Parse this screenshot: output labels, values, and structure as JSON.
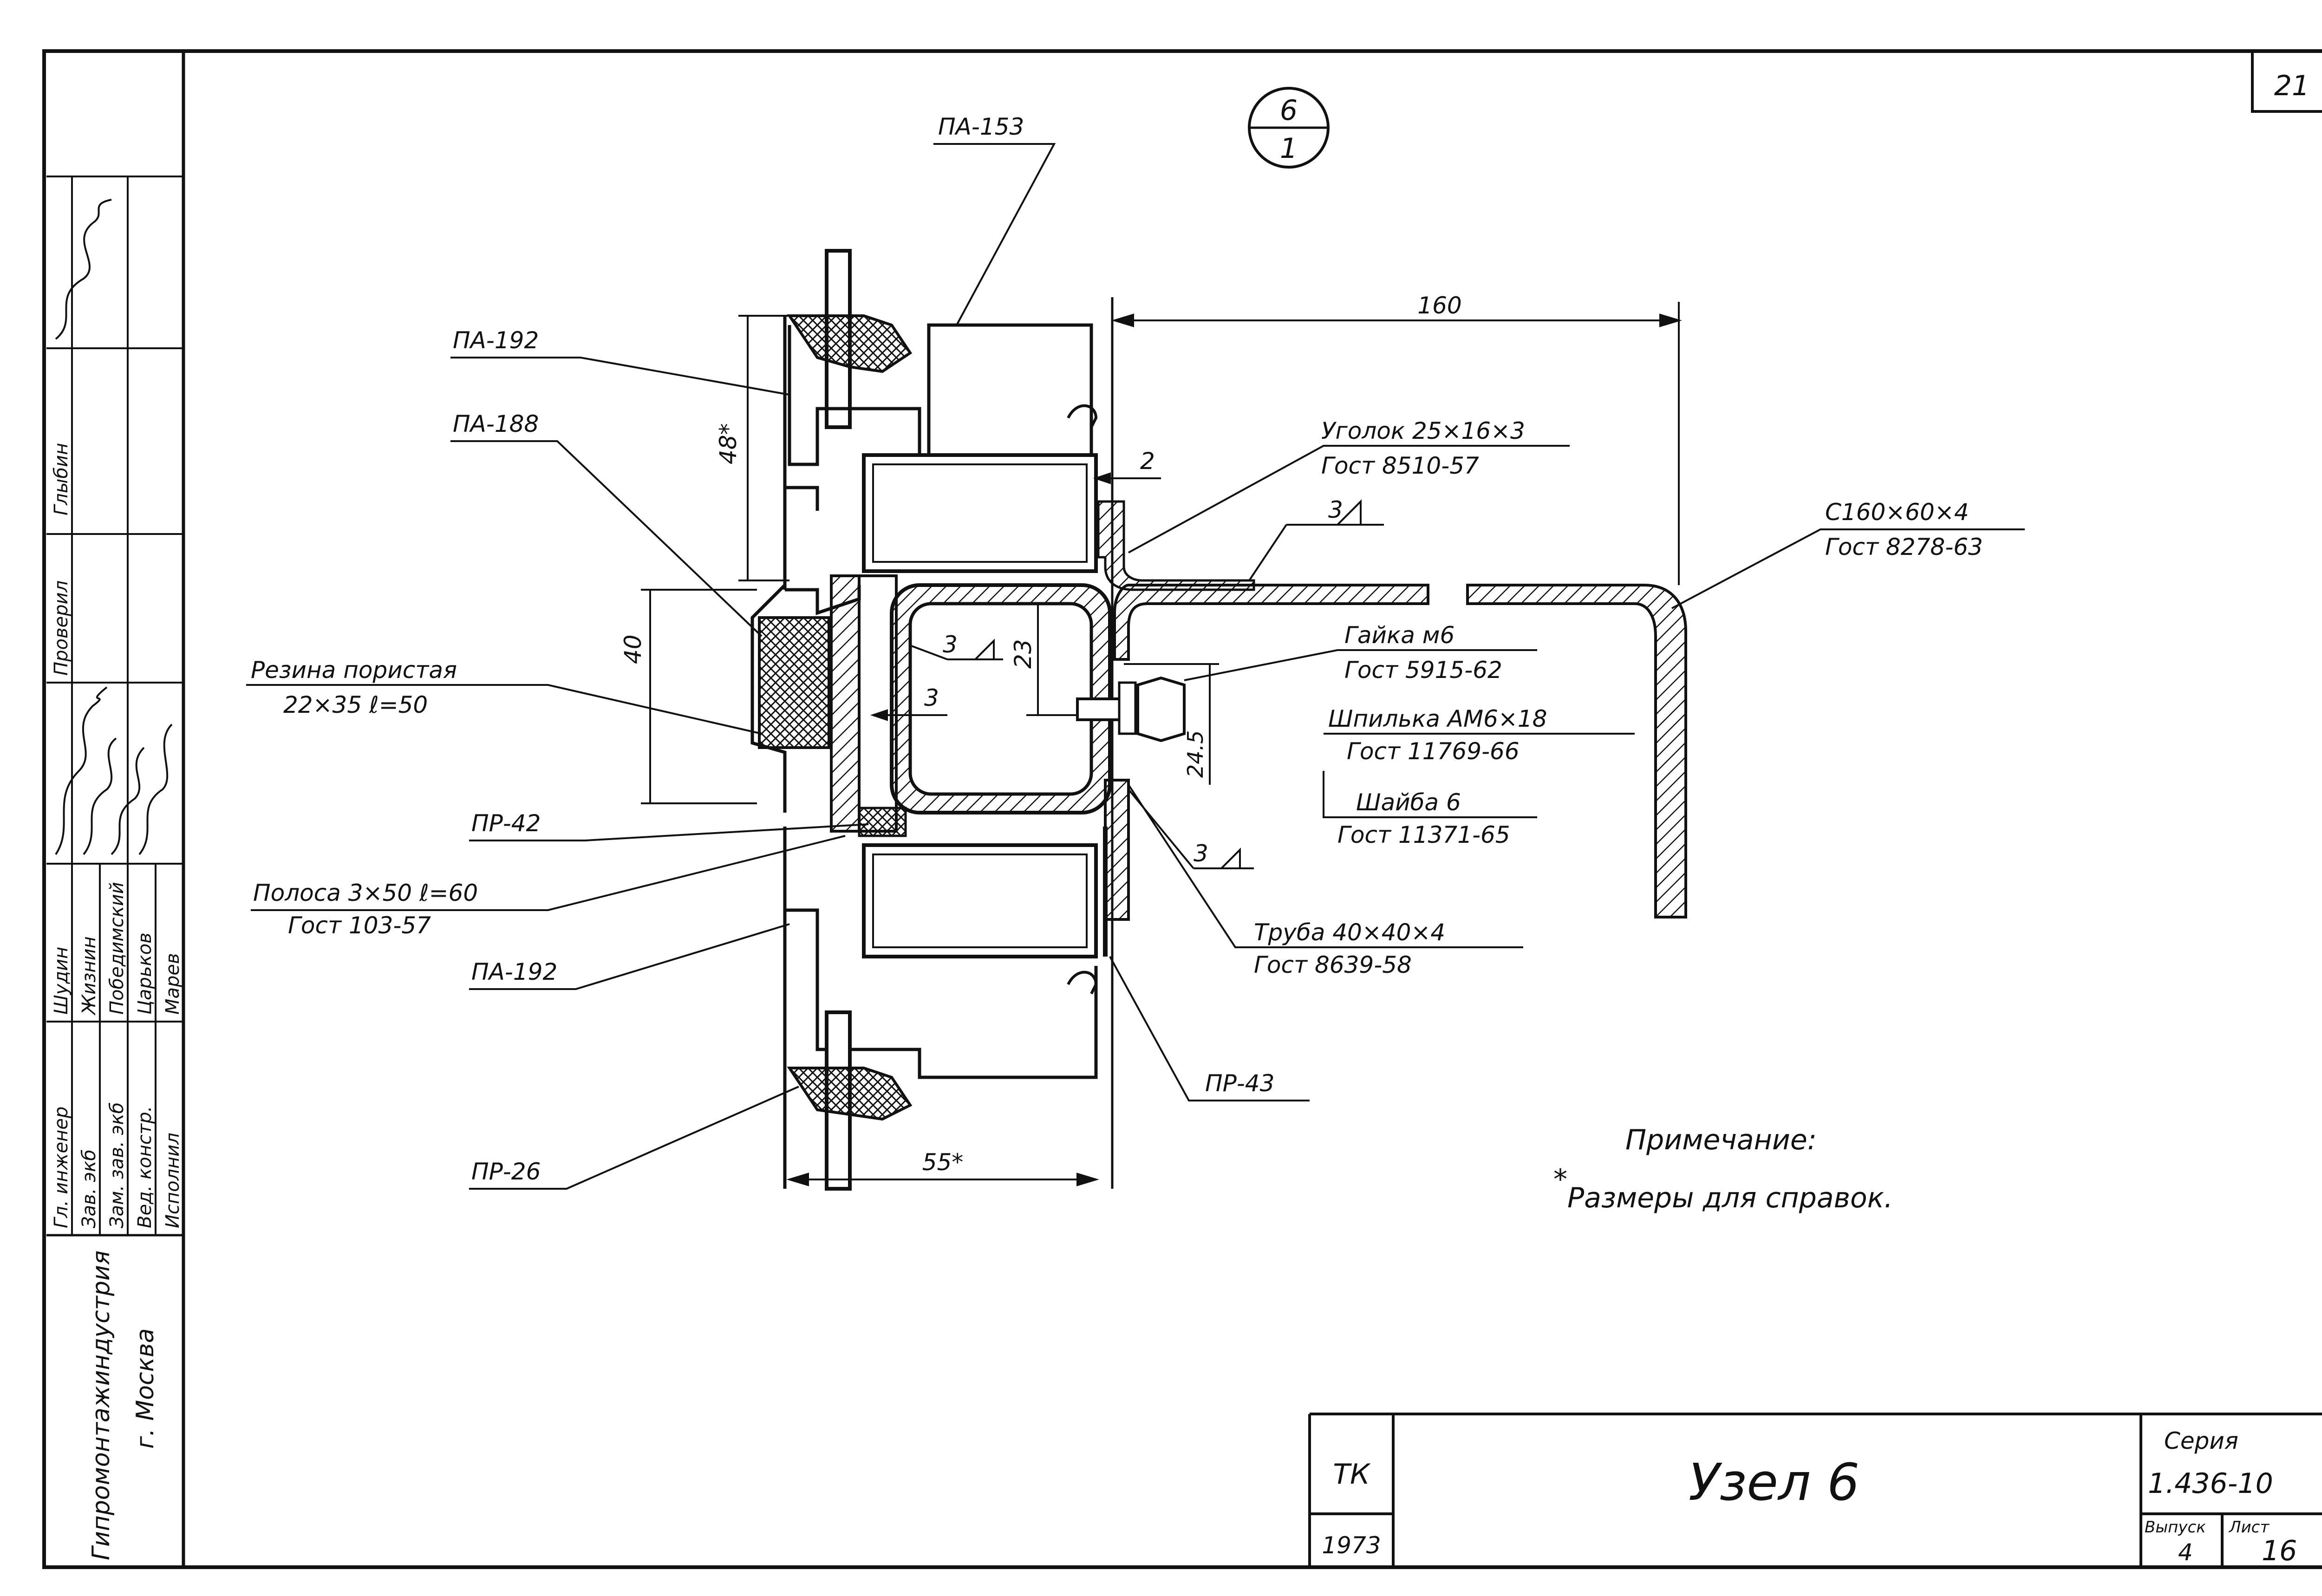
{
  "sheet": {
    "page_number": "21",
    "node_marker": {
      "top": "6",
      "bottom": "1"
    }
  },
  "labels": {
    "pa153": "ПА-153",
    "pa192_top": "ПА-192",
    "pa188": "ПА-188",
    "rubber_1": "Резина пористая",
    "rubber_2": "22×35  ℓ=50",
    "pr42": "ПР-42",
    "strip_1": "Полоса 3×50 ℓ=60",
    "strip_2": "Гост  103-57",
    "pa192_bottom": "ПА-192",
    "pr26": "ПР-26",
    "pr43": "ПР-43",
    "angle_1": "Уголок  25×16×3",
    "angle_2": "Гост 8510-57",
    "channel_1": "Ⅽ160×60×4",
    "channel_2": "Гост 8278-63",
    "nut_1": "Гайка  м6",
    "nut_2": "Гост  5915-62",
    "stud_1": "Шпилька  АМ6×18",
    "stud_2": "Гост  11769-66",
    "washer_1": "Шайба  6",
    "washer_2": "Гост  11371-65",
    "pipe_1": "Труба  40×40×4",
    "pipe_2": "Гост  8639-58",
    "weld_1": "3",
    "weld_2": "3",
    "weld_3": "3",
    "weld_leg": "3",
    "gap": "2"
  },
  "dimensions": {
    "d160": "160",
    "d48": "48*",
    "d40": "40",
    "d23": "23",
    "d245": "24.5",
    "d55": "55*"
  },
  "note": {
    "title": "Примечание:",
    "star": "*",
    "text": "Размеры для справок."
  },
  "left_strip": {
    "org_1": "Гипромонтажиндустрия",
    "org_2": "г. Москва",
    "roles": [
      "Гл. инженер",
      "Зав. экб",
      "Зам. зав. экб",
      "Вед. констр.",
      "Исполнил"
    ],
    "names": [
      "Шудин",
      "Жизнин",
      "Победимский",
      "Царьков",
      "Марев"
    ],
    "checked_role": "Проверил",
    "checked_name": "Глыбин"
  },
  "title_block": {
    "org": "ТК",
    "year": "1973",
    "title": "Узел  6",
    "series_label": "Серия",
    "series_value": "1.436-10",
    "issue_label": "Выпуск",
    "issue_value": "4",
    "sheet_label": "Лист",
    "sheet_value": "16"
  }
}
